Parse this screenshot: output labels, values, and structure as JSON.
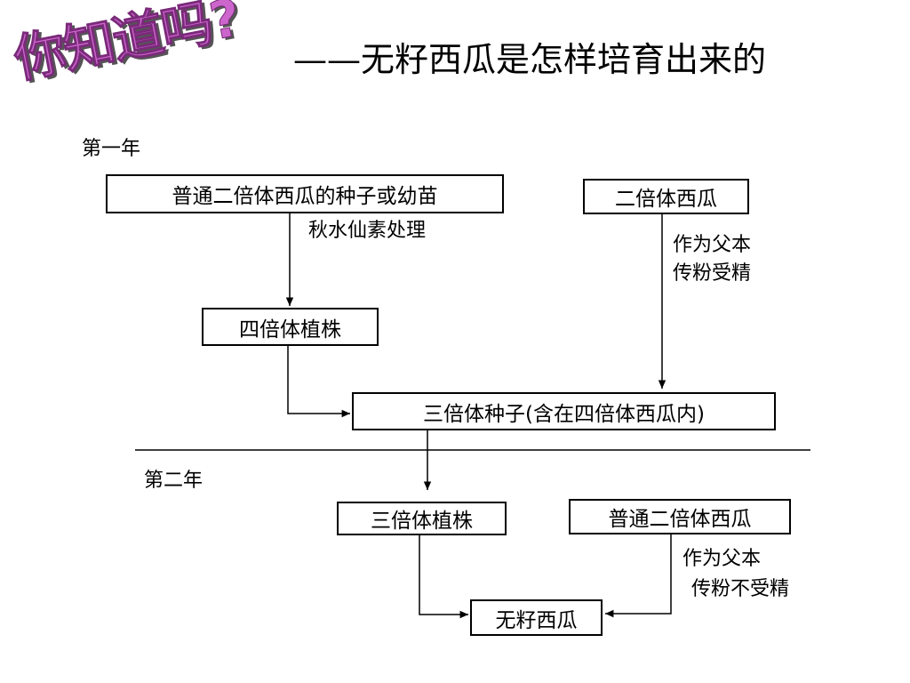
{
  "title": {
    "wordart": "你知道吗?",
    "heading": "——无籽西瓜是怎样培育出来的"
  },
  "years": {
    "first": "第一年",
    "second": "第二年"
  },
  "nodes": {
    "diploid_seed": "普通二倍体西瓜的种子或幼苗",
    "diploid_1": "二倍体西瓜",
    "tetraploid": "四倍体植株",
    "triploid_seed": "三倍体种子(含在四倍体西瓜内)",
    "triploid_plant": "三倍体植株",
    "diploid_2": "普通二倍体西瓜",
    "seedless": "无籽西瓜"
  },
  "edges": {
    "colchicine": "秋水仙素处理",
    "pollen1_line1": "作为父本",
    "pollen1_line2": "传粉受精",
    "pollen2_line1": "作为父本",
    "pollen2_line2": "传粉不受精"
  }
}
